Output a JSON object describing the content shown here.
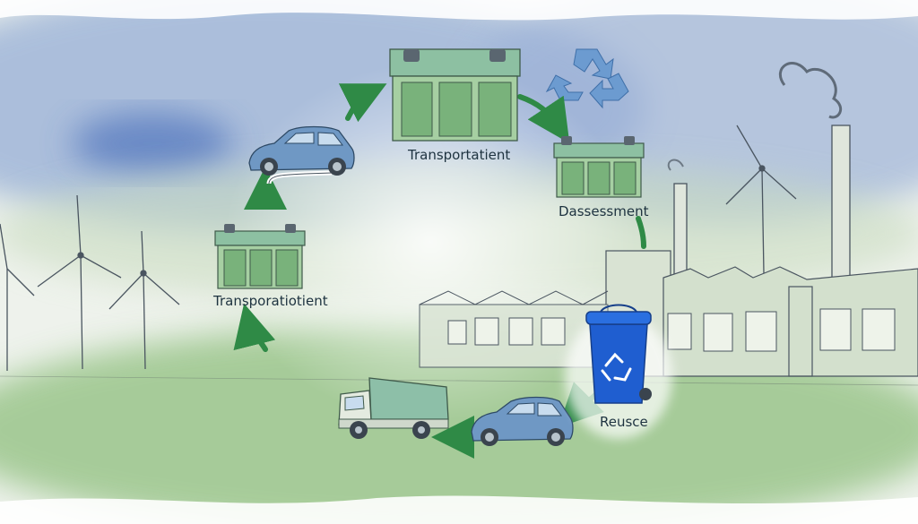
{
  "labels": {
    "battery_top": "Transportatient",
    "battery_left": "Transporatiotient",
    "battery_right": "Dassessment",
    "bin": "Reusce"
  },
  "colors": {
    "sky_blue": "#5f86c0",
    "ground_green": "#9fc48e",
    "battery_green": "#79b27b",
    "arrow_green": "#2f8a46",
    "car_blue": "#6f98c4",
    "bin_blue": "#1f5ed0",
    "sketch_line": "#4a5560"
  },
  "icons": [
    "recycle-icon",
    "wind-turbine-icon",
    "factory-icon",
    "car-icon",
    "truck-icon",
    "battery-icon",
    "recycling-bin-icon",
    "arrow-icon"
  ]
}
